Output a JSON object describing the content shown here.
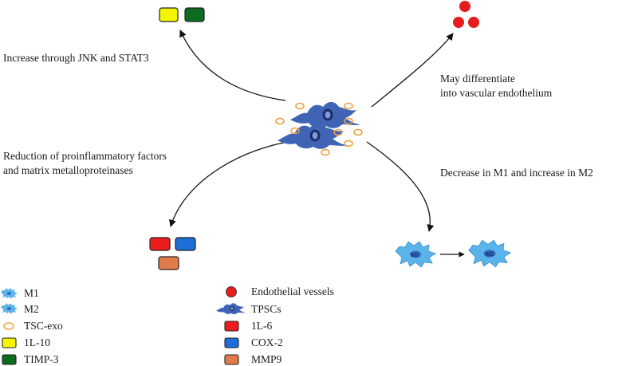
{
  "annotations": {
    "jnk": "Increase through JNK and STAT3",
    "endothelium_line1": "May differentiate",
    "endothelium_line2": "into vascular endothelium",
    "reduction_line1": "Reduction of proinflammatory factors",
    "reduction_line2": "and matrix metalloproteinases",
    "m1m2": "Decrease in M1 and increase in M2"
  },
  "macrophage_labels": {
    "m1": "M1",
    "m2": "M2"
  },
  "legend": {
    "left": [
      {
        "key": "m1",
        "label": "M1",
        "icon": "m1-macrophage-icon"
      },
      {
        "key": "m2",
        "label": "M2",
        "icon": "m2-macrophage-icon"
      },
      {
        "key": "tsc-exo",
        "label": "TSC-exo",
        "icon": "exosome-ring-icon"
      },
      {
        "key": "il10",
        "label": "1L-10",
        "icon": "yellow-box-icon"
      },
      {
        "key": "timp3",
        "label": "TIMP-3",
        "icon": "green-box-icon"
      }
    ],
    "right": [
      {
        "key": "endothelial",
        "label": "Endothelial vessels",
        "icon": "red-dot-icon"
      },
      {
        "key": "tpscs",
        "label": "TPSCs",
        "icon": "tpsc-cell-icon"
      },
      {
        "key": "il6",
        "label": "1L-6",
        "icon": "red-box-icon"
      },
      {
        "key": "cox2",
        "label": "COX-2",
        "icon": "blue-box-icon"
      },
      {
        "key": "mmp9",
        "label": "MMP9",
        "icon": "orange-box-icon"
      }
    ]
  },
  "colors": {
    "il10": "#f5f500",
    "timp3": "#0b6b1e",
    "il6": "#ee1c1c",
    "cox2": "#1b6fd6",
    "mmp9": "#e27b4a",
    "endothelial": "#e41d1d",
    "tsc_exo": "#f0a040",
    "tpsc_cell": "#3f63b5",
    "tpsc_nucleus": "#1a2f6e",
    "macrophage": "#5ab4ea",
    "macrophage_nucleus": "#2b5fb5",
    "arrow": "#111111"
  }
}
